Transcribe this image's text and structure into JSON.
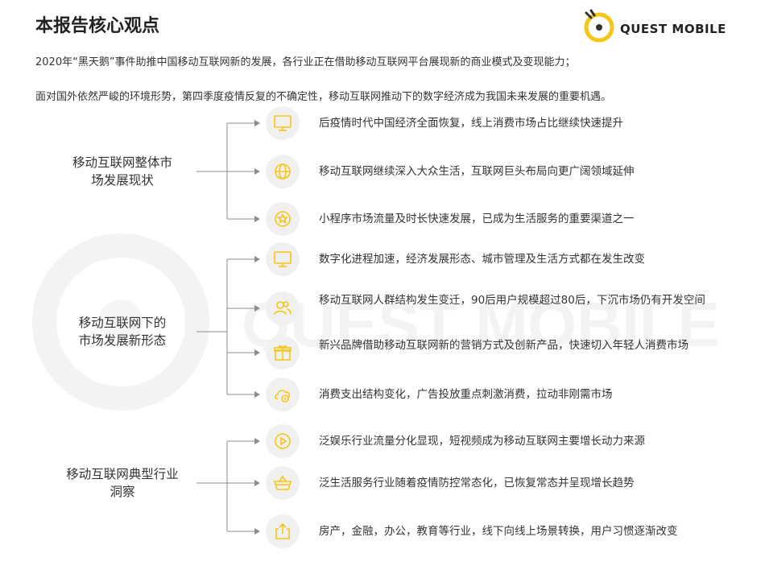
{
  "header": {
    "title": "本报告核心观点",
    "logo_text": "QUEST MOBILE"
  },
  "intro": [
    "2020年“黑天鹅”事件助推中国移动互联网新的发展，各行业正在借助移动互联网平台展现新的商业模式及变现能力；",
    "面对国外依然严峻的环境形势，第四季度疫情反复的不确定性，移动互联网推动下的数字经济成为我国未来发展的重要机遇。"
  ],
  "watermark_text": "QUEST MOBILE",
  "colors": {
    "accent": "#f5c518",
    "line": "#8c8c8c",
    "icon_bg": "#f0f0f0"
  },
  "groups": [
    {
      "label_lines": [
        "移动互联网整体市",
        "场发展现状"
      ],
      "items": [
        {
          "icon": "monitor-icon",
          "text": "后疫情时代中国经济全面恢复，线上消费市场占比继续快速提升"
        },
        {
          "icon": "globe-icon",
          "text": "移动互联网继续深入大众生活，互联网巨头布局向更广阔领域延伸"
        },
        {
          "icon": "star-badge-icon",
          "text": "小程序市场流量及时长快速发展，已成为生活服务的重要渠道之一"
        }
      ]
    },
    {
      "label_lines": [
        "移动互联网下的",
        "市场发展新形态"
      ],
      "items": [
        {
          "icon": "monitor-icon",
          "text": "数字化进程加速，经济发展形态、城市管理及生活方式都在发生改变"
        },
        {
          "icon": "users-icon",
          "text": "移动互联网人群结构发生变迁，90后用户规模超过80后，下沉市场仍有开发空间"
        },
        {
          "icon": "gift-icon",
          "text": "新兴品牌借助移动互联网新的营销方式及创新产品，快速切入年轻人消费市场"
        },
        {
          "icon": "cloud-money-icon",
          "text": "消费支出结构变化，广告投放重点刺激消费，拉动非刚需市场"
        }
      ]
    },
    {
      "label_lines": [
        "移动互联网典型行业",
        "洞察"
      ],
      "items": [
        {
          "icon": "play-icon",
          "text": "泛娱乐行业流量分化显现，短视频成为移动互联网主要增长动力来源"
        },
        {
          "icon": "basket-icon",
          "text": "泛生活服务行业随着疫情防控常态化，已恢复常态并呈现增长趋势"
        },
        {
          "icon": "share-icon",
          "text": "房产，金融，办公，教育等行业，线下向线上场景转换，用户习惯逐渐改变"
        }
      ]
    }
  ]
}
